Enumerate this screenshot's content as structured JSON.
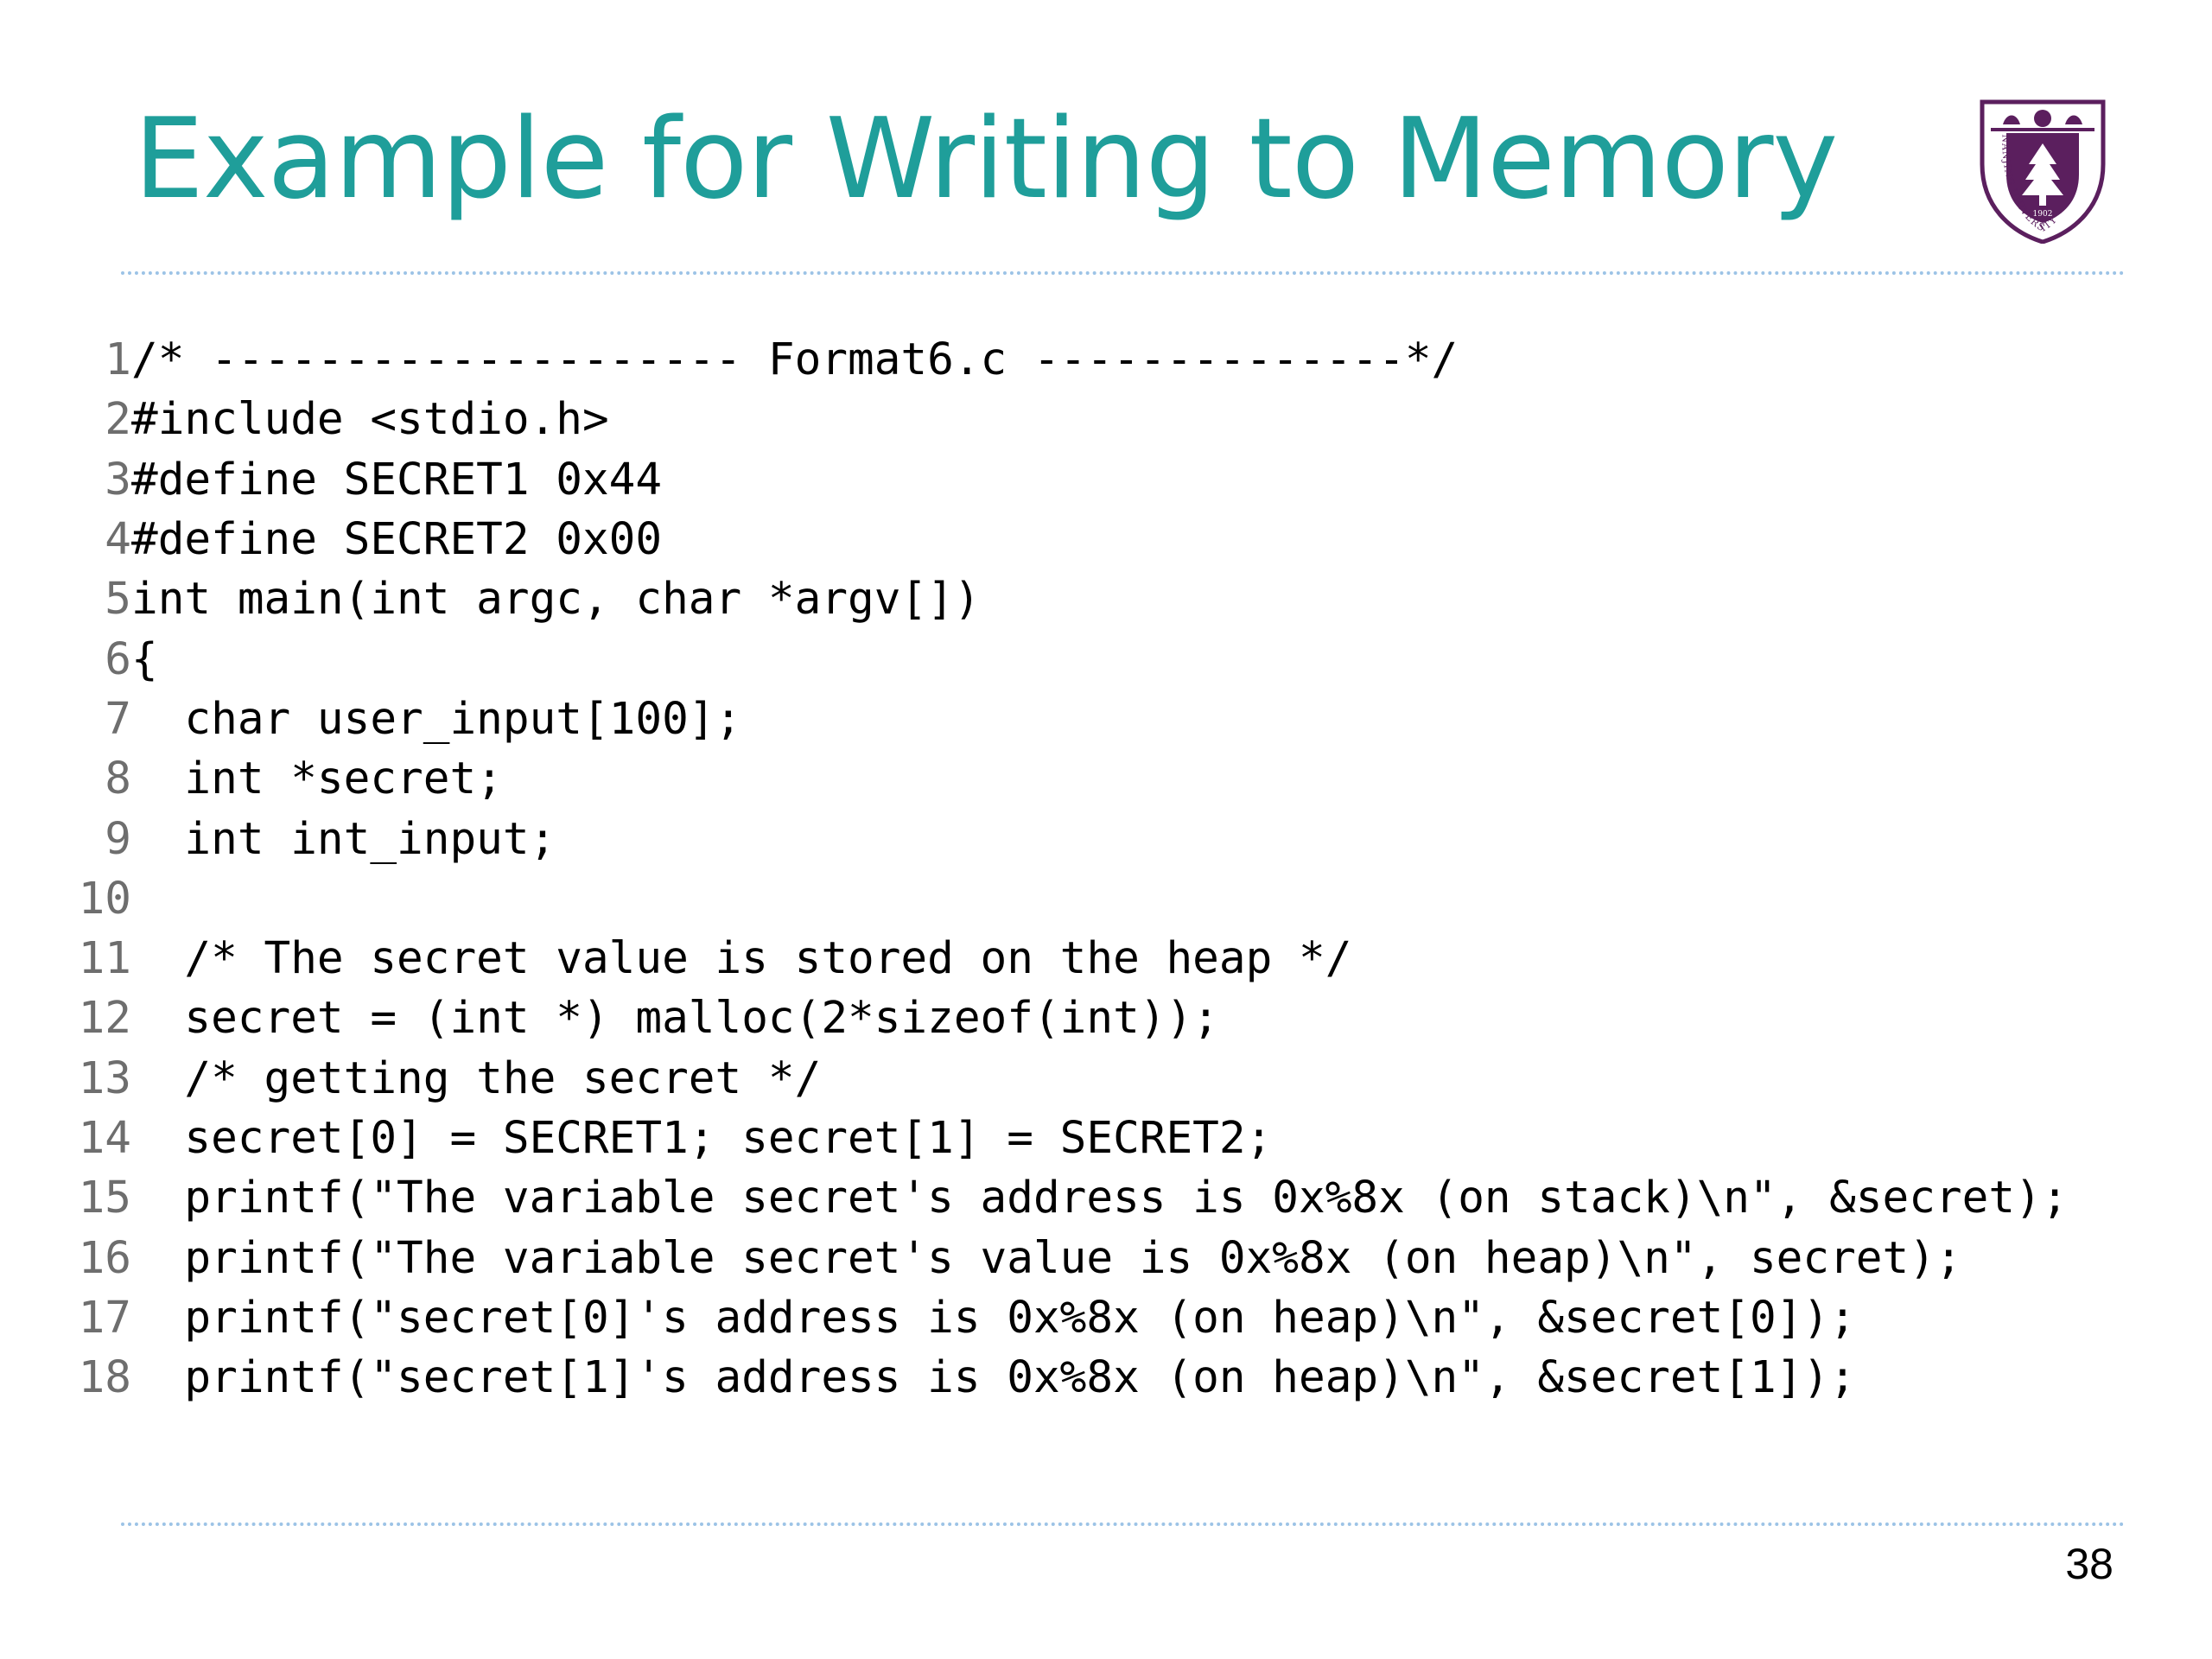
{
  "slide": {
    "title": "Example for Writing to Memory",
    "page_number": "38"
  },
  "logo": {
    "icon": "university-crest-icon",
    "primary_color": "#5b1f5e",
    "circle_text": "NANJING UNIVERSITY",
    "year": "1902"
  },
  "colors": {
    "title": "#1f9e9a",
    "divider": "#9cc3e6",
    "line_number": "#6e6e6e",
    "code": "#000000"
  },
  "code": {
    "lines": [
      {
        "no": "1",
        "text": "/* -------------------- Format6.c --------------*/"
      },
      {
        "no": "2",
        "text": "#include <stdio.h>"
      },
      {
        "no": "3",
        "text": "#define SECRET1 0x44"
      },
      {
        "no": "4",
        "text": "#define SECRET2 0x00"
      },
      {
        "no": "5",
        "text": "int main(int argc, char *argv[])"
      },
      {
        "no": "6",
        "text": "{"
      },
      {
        "no": "7",
        "text": "  char user_input[100];"
      },
      {
        "no": "8",
        "text": "  int *secret;"
      },
      {
        "no": "9",
        "text": "  int int_input;"
      },
      {
        "no": "10",
        "text": ""
      },
      {
        "no": "11",
        "text": "  /* The secret value is stored on the heap */"
      },
      {
        "no": "12",
        "text": "  secret = (int *) malloc(2*sizeof(int));"
      },
      {
        "no": "13",
        "text": "  /* getting the secret */"
      },
      {
        "no": "14",
        "text": "  secret[0] = SECRET1; secret[1] = SECRET2;"
      },
      {
        "no": "15",
        "text": "  printf(\"The variable secret's address is 0x%8x (on stack)\\n\", &secret);"
      },
      {
        "no": "16",
        "text": "  printf(\"The variable secret's value is 0x%8x (on heap)\\n\", secret);"
      },
      {
        "no": "17",
        "text": "  printf(\"secret[0]'s address is 0x%8x (on heap)\\n\", &secret[0]);"
      },
      {
        "no": "18",
        "text": "  printf(\"secret[1]'s address is 0x%8x (on heap)\\n\", &secret[1]);"
      }
    ]
  }
}
